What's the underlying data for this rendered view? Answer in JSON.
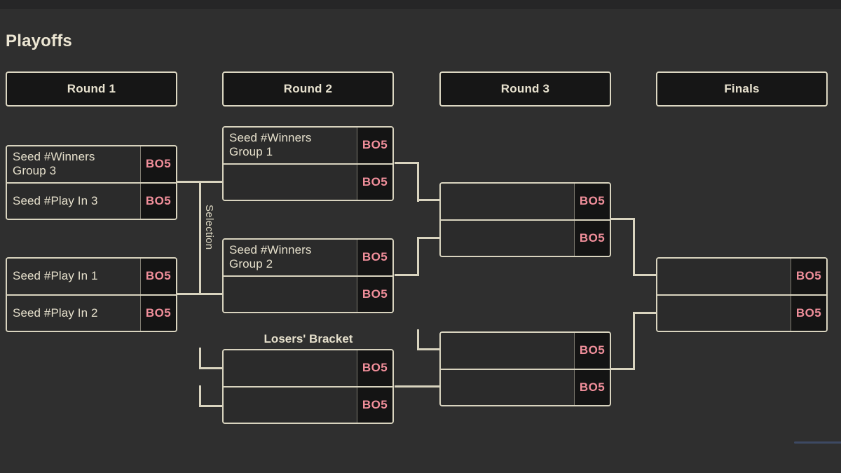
{
  "page": {
    "title": "Playoffs"
  },
  "colors": {
    "background": "#2f2f2f",
    "box_fill": "#161616",
    "slot_fill": "#2b2b2b",
    "score_cell_fill": "#141414",
    "border_cream": "#d9d4bf",
    "text_cream": "#e6e0cc",
    "score_text_pink": "#f18f9b",
    "accent_line_blue": "#3d4963"
  },
  "headers": [
    {
      "label": "Round 1"
    },
    {
      "label": "Round 2"
    },
    {
      "label": "Round 3"
    },
    {
      "label": "Finals"
    }
  ],
  "labels": {
    "selection": "Selection",
    "losers_bracket": "Losers' Bracket"
  },
  "matches": [
    {
      "id": "round1-match1",
      "slots": [
        {
          "name": "Seed #Winners Group 3",
          "score": "BO5"
        },
        {
          "name": "Seed #Play In 3",
          "score": "BO5"
        }
      ]
    },
    {
      "id": "round1-match2",
      "slots": [
        {
          "name": "Seed #Play In 1",
          "score": "BO5"
        },
        {
          "name": "Seed #Play In 2",
          "score": "BO5"
        }
      ]
    },
    {
      "id": "round2-match1",
      "slots": [
        {
          "name": "Seed #Winners Group 1",
          "score": "BO5"
        },
        {
          "name": "",
          "score": "BO5"
        }
      ]
    },
    {
      "id": "round2-match2",
      "slots": [
        {
          "name": "Seed #Winners Group 2",
          "score": "BO5"
        },
        {
          "name": "",
          "score": "BO5"
        }
      ]
    },
    {
      "id": "round2-losers-match",
      "slots": [
        {
          "name": "",
          "score": "BO5"
        },
        {
          "name": "",
          "score": "BO5"
        }
      ]
    },
    {
      "id": "round3-match1",
      "slots": [
        {
          "name": "",
          "score": "BO5"
        },
        {
          "name": "",
          "score": "BO5"
        }
      ]
    },
    {
      "id": "round3-losers-match",
      "slots": [
        {
          "name": "",
          "score": "BO5"
        },
        {
          "name": "",
          "score": "BO5"
        }
      ]
    },
    {
      "id": "finals-match",
      "slots": [
        {
          "name": "",
          "score": "BO5"
        },
        {
          "name": "",
          "score": "BO5"
        }
      ]
    }
  ]
}
